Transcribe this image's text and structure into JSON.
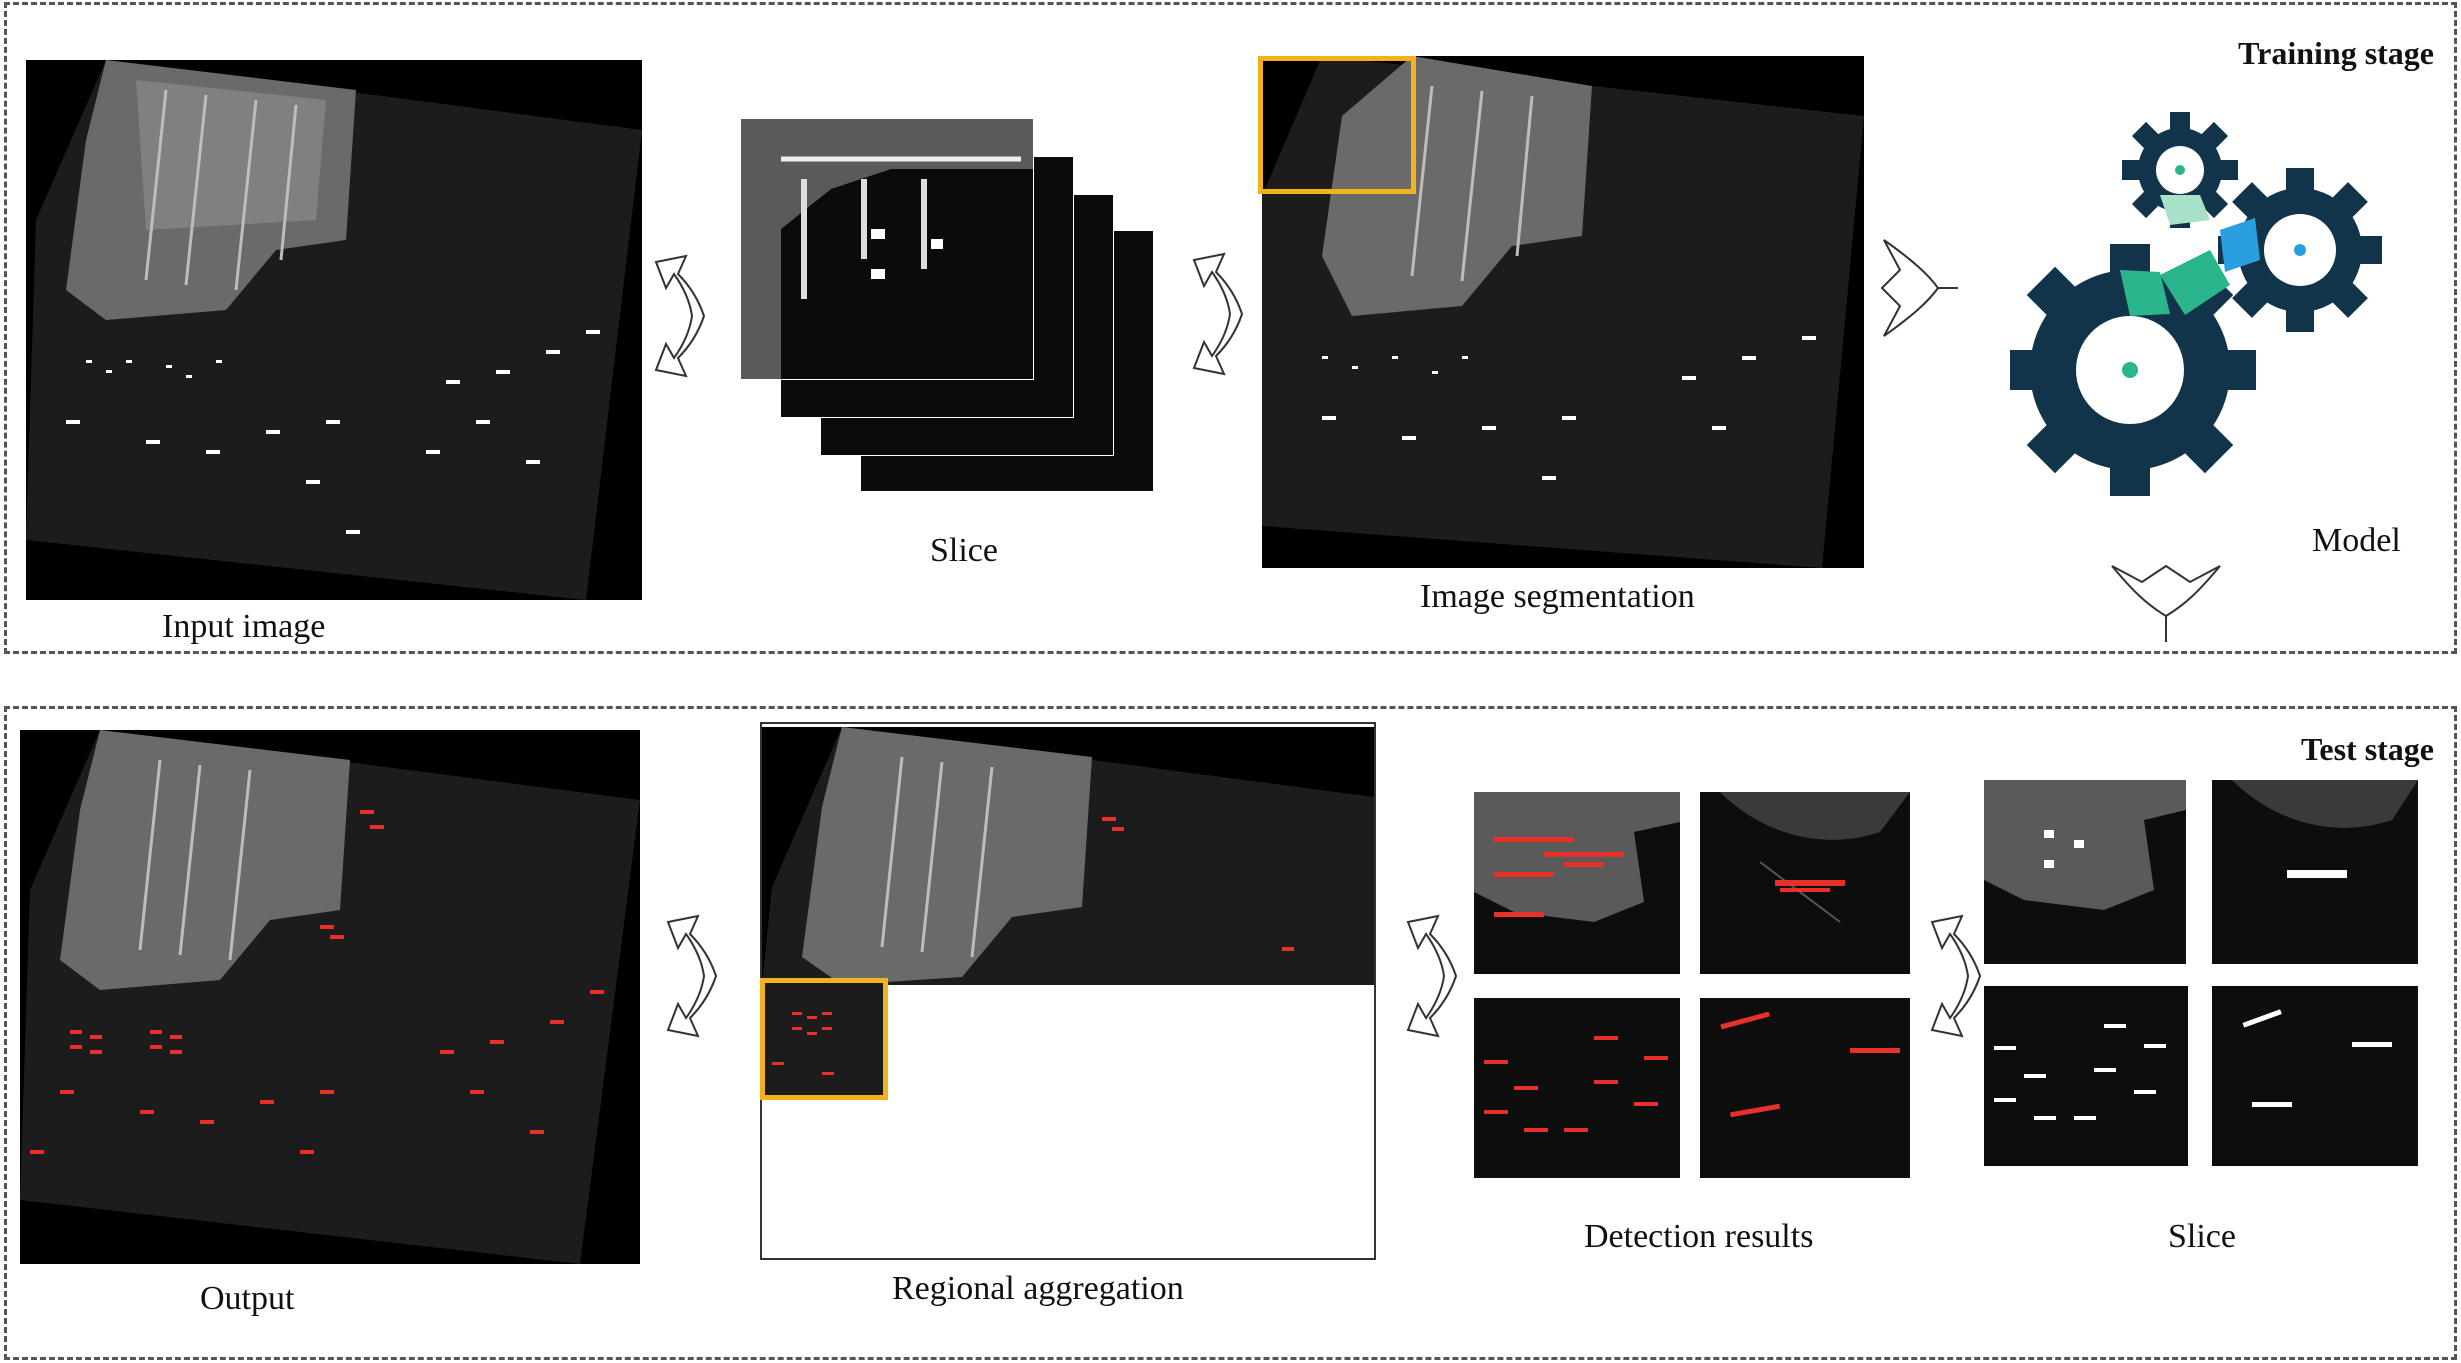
{
  "training": {
    "title": "Training stage",
    "labels": {
      "input": "Input image",
      "slice": "Slice",
      "segmentation": "Image segmentation",
      "model": "Model"
    }
  },
  "test": {
    "title": "Test stage",
    "labels": {
      "output": "Output",
      "aggregation": "Regional aggregation",
      "detection": "Detection results",
      "slice": "Slice"
    }
  },
  "colors": {
    "highlight": "#f2b21b",
    "detection": "#e8302a",
    "gear_dark": "#12344a",
    "gear_teal": "#2bb58c",
    "gear_blue": "#2a9fe0"
  }
}
